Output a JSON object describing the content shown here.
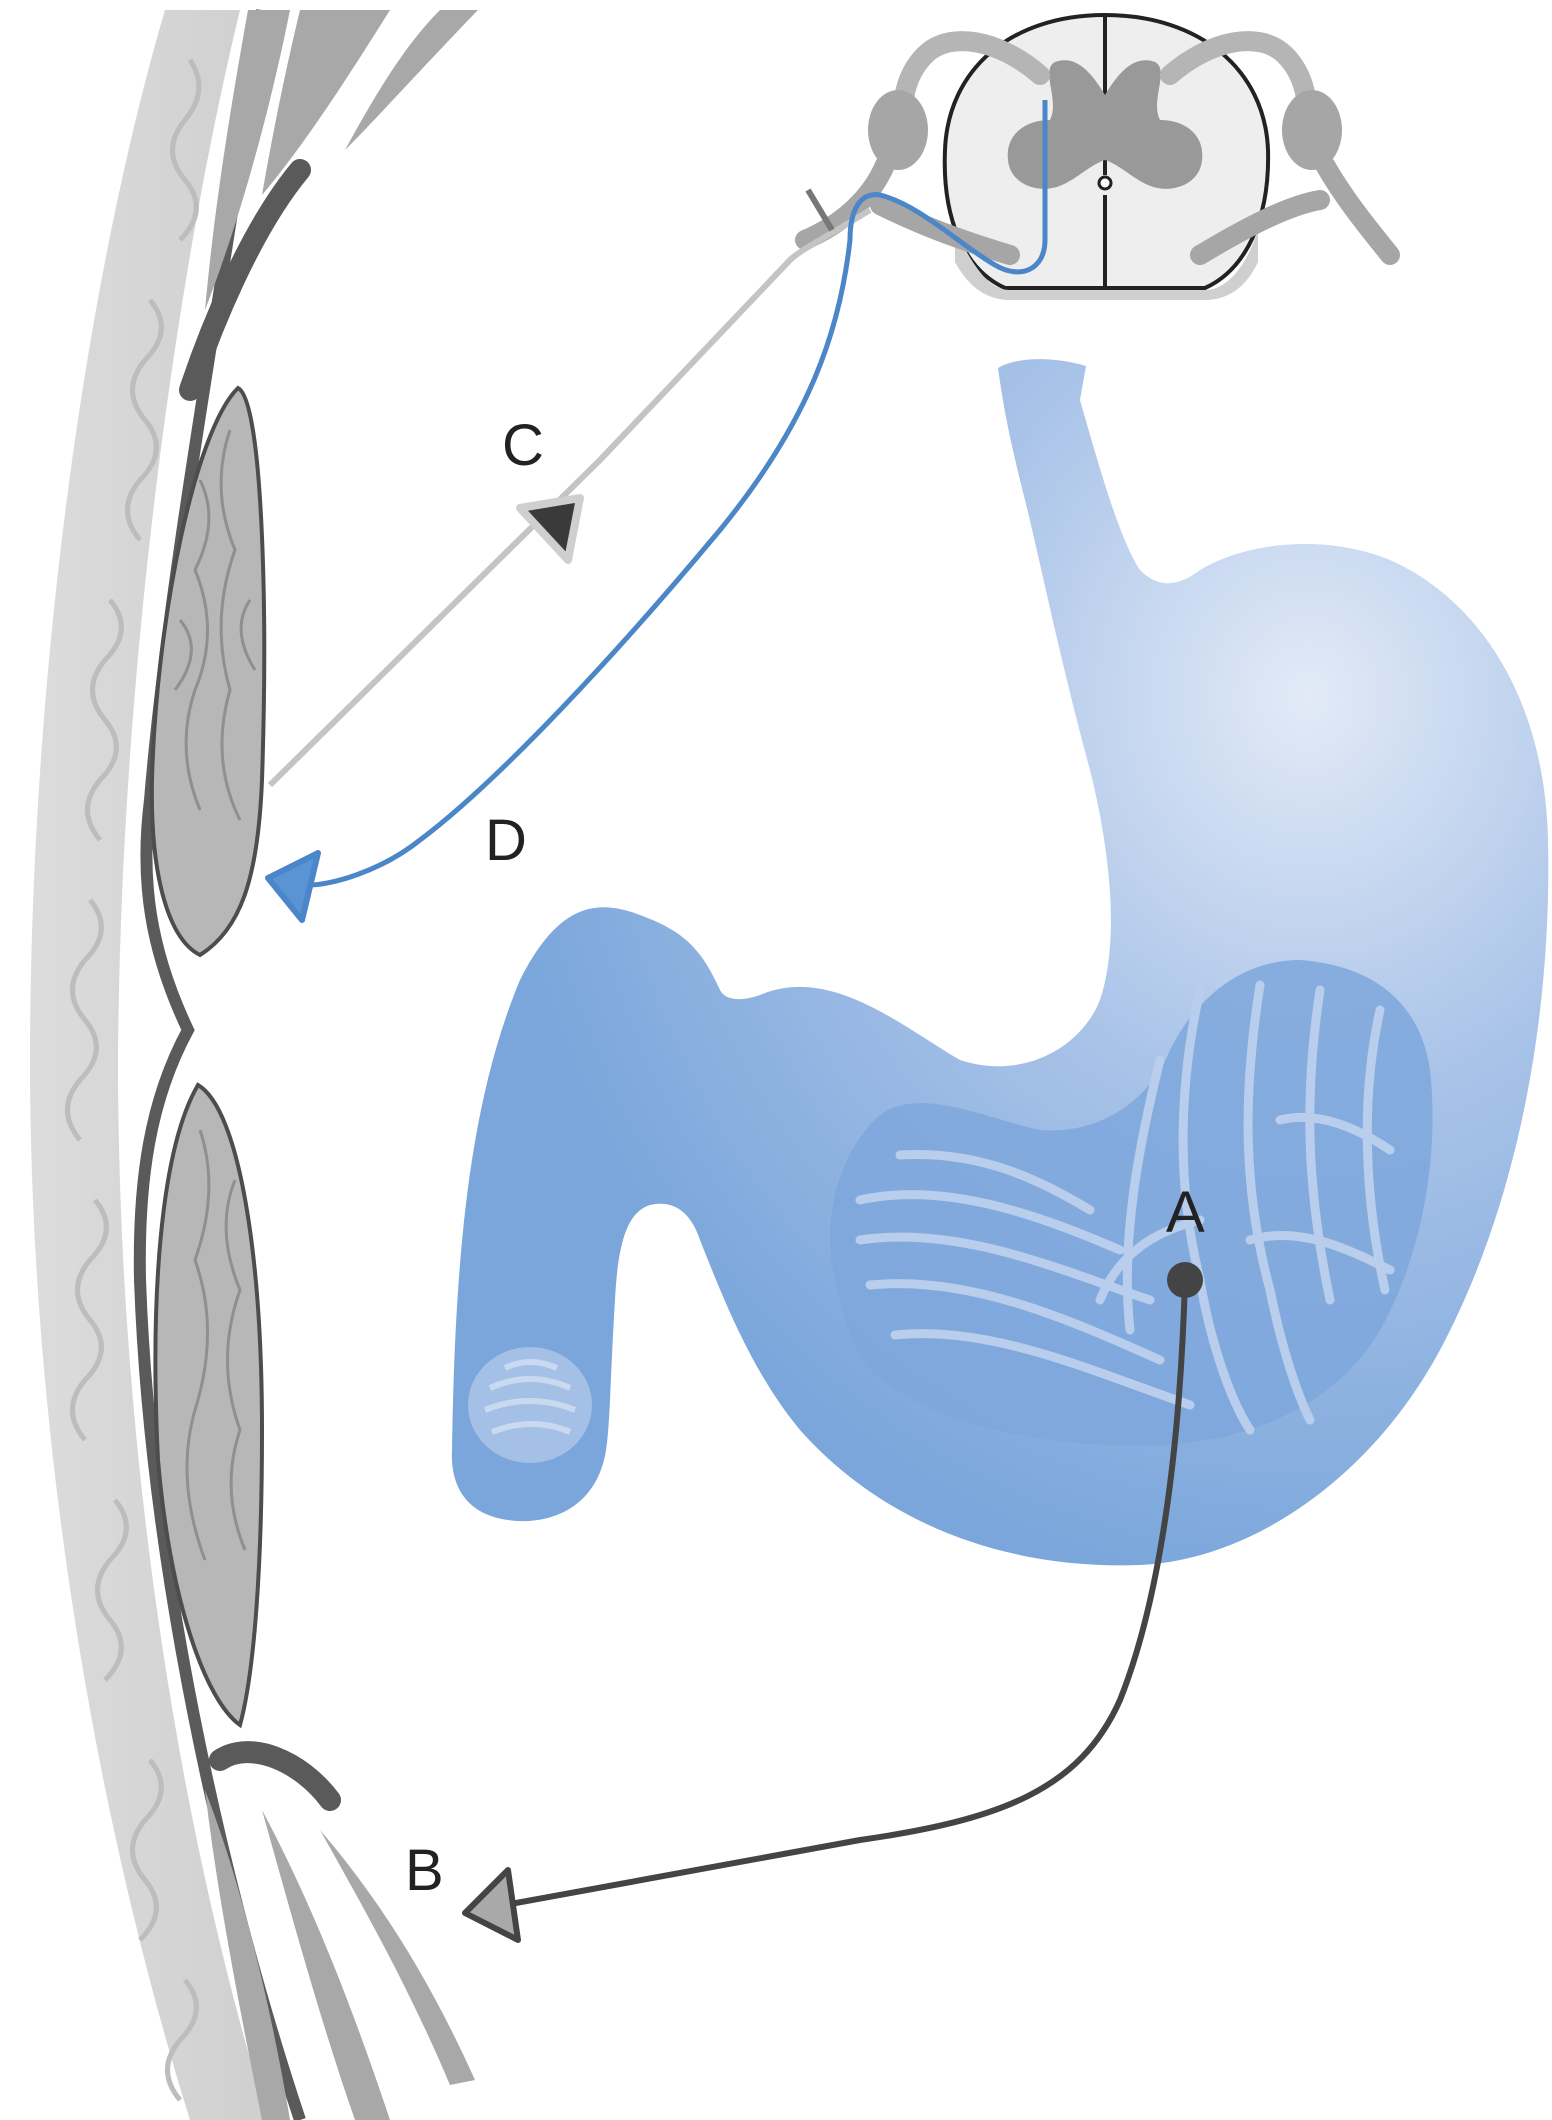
{
  "labels": {
    "a": "A",
    "b": "B",
    "c": "C",
    "d": "D"
  },
  "colors": {
    "stomach": "#7aa6db",
    "stomach_light": "#dfe8f6",
    "blue_pathway": "#4a86c8",
    "dark_pathway": "#444444",
    "grey_pathway": "#c4c4c4",
    "muscle": "#b9b9b9",
    "rib": "#d8d8d8",
    "fascia": "#5a5a5a",
    "spinal_gray_matter": "#999999"
  }
}
